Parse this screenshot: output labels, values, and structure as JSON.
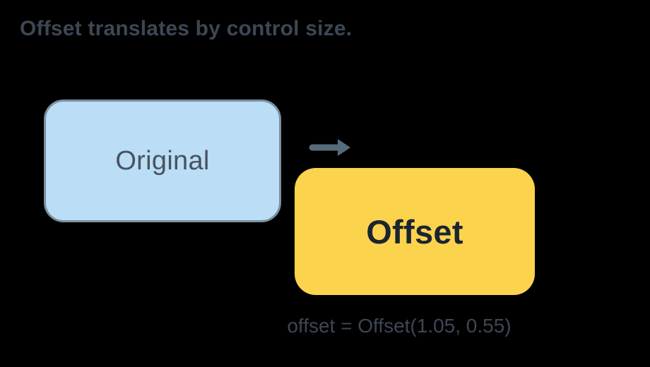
{
  "title": "Offset translates by control size.",
  "diagram": {
    "original_box": {
      "label": "Original",
      "fill": "#BBDDF6",
      "border_color": "#7B909E",
      "text_color": "#47545F"
    },
    "arrow": {
      "icon": "right-arrow-icon",
      "color": "#566C7D"
    },
    "offset_box": {
      "label": "Offset",
      "fill": "#FCD34D",
      "text_color": "#1B2430"
    },
    "caption": "offset = Offset(1.05, 0.55)"
  },
  "colors": {
    "background": "#000000",
    "title_text": "#3D4754",
    "caption_text": "#3D4754"
  }
}
